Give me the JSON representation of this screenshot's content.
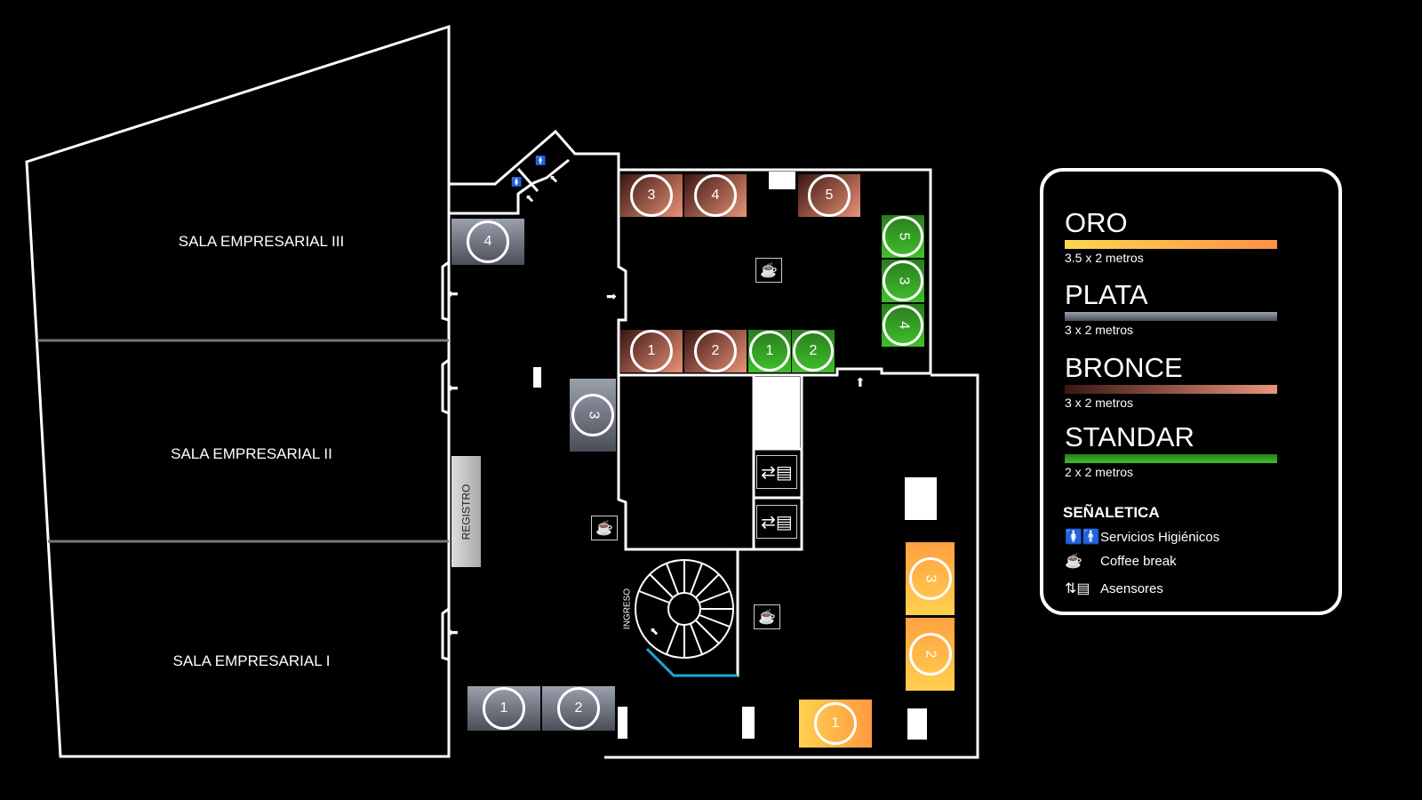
{
  "salas": [
    "SALA EMPRESARIAL III",
    "SALA EMPRESARIAL II",
    "SALA EMPRESARIAL I"
  ],
  "registro": "REGISTRO",
  "ingreso": "INGRESO",
  "booths": {
    "bronce": [
      "3",
      "4",
      "5",
      "1",
      "2"
    ],
    "standar": [
      "1",
      "2",
      "5",
      "3",
      "4"
    ],
    "plata": [
      "4",
      "3",
      "1",
      "2"
    ],
    "oro": [
      "1",
      "3",
      "2"
    ]
  },
  "legend": {
    "tiers": [
      {
        "name": "ORO",
        "size": "3.5 x 2 metros",
        "color": "#ffb347"
      },
      {
        "name": "PLATA",
        "size": "3 x 2 metros",
        "color": "#6b707c"
      },
      {
        "name": "BRONCE",
        "size": "3 x 2 metros",
        "color": "#c87a64"
      },
      {
        "name": "STANDAR",
        "size": "2 x 2 metros",
        "color": "#3aa82a"
      }
    ],
    "signage_title": "SEÑALETICA",
    "signage": [
      {
        "icon": "restroom-icon",
        "label": "Servicios Higiénicos"
      },
      {
        "icon": "coffee-icon",
        "label": "Coffee break"
      },
      {
        "icon": "elevator-icon",
        "label": "Asensores"
      }
    ]
  }
}
